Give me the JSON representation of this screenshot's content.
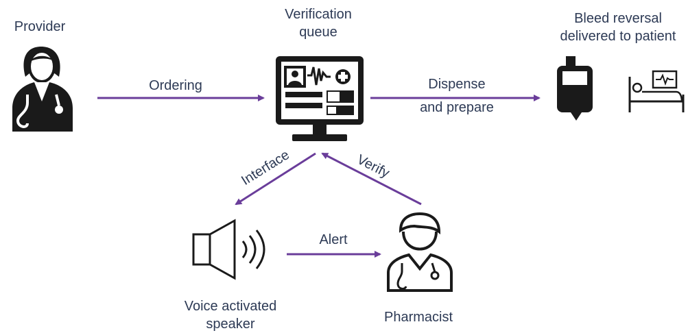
{
  "nodes": {
    "provider": "Provider",
    "verification_queue": [
      "Verification",
      "queue"
    ],
    "bleed_reversal": [
      "Bleed reversal",
      "delivered to patient"
    ],
    "voice_speaker": [
      "Voice activated",
      "speaker"
    ],
    "pharmacist": "Pharmacist"
  },
  "edges": {
    "ordering": "Ordering",
    "dispense": [
      "Dispense",
      "and prepare"
    ],
    "interface": "Interface",
    "verify": "Verify",
    "alert": "Alert"
  },
  "colors": {
    "arrow": "#6a3d9a",
    "icon": "#1a1a1a",
    "text": "#2d3a55"
  },
  "icons": [
    "provider-icon",
    "computer-monitor-icon",
    "iv-bag-icon",
    "hospital-bed-icon",
    "speaker-icon",
    "pharmacist-icon"
  ]
}
